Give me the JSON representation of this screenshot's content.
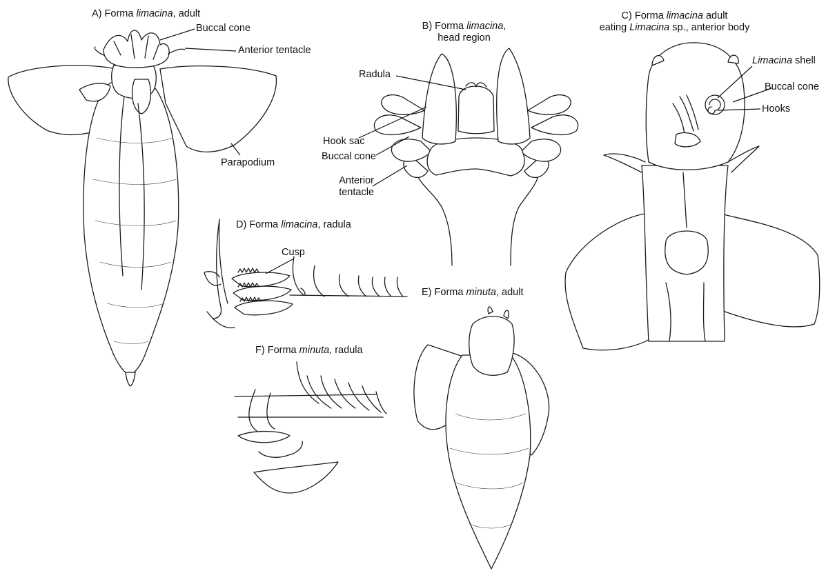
{
  "panels": {
    "a": {
      "title_prefix": "A) Forma ",
      "title_italic": "limacina",
      "title_suffix": ", adult",
      "labels": {
        "buccal_cone": "Buccal cone",
        "anterior_tentacle": "Anterior tentacle",
        "parapodium": "Parapodium"
      }
    },
    "b": {
      "title_line1_prefix": "B) Forma ",
      "title_line1_italic": "limacina",
      "title_line1_suffix": ",",
      "title_line2": "head region",
      "labels": {
        "radula": "Radula",
        "hook_sac": "Hook sac",
        "buccal_cone": "Buccal cone",
        "anterior_tentacle_line1": "Anterior",
        "anterior_tentacle_line2": "tentacle"
      }
    },
    "c": {
      "title_line1_prefix": "C) Forma ",
      "title_line1_italic": "limacina",
      "title_line1_suffix": " adult",
      "title_line2_prefix": "eating ",
      "title_line2_italic": "Limacina",
      "title_line2_suffix": " sp., anterior body",
      "labels": {
        "shell_italic": "Limacina",
        "shell_suffix": " shell",
        "buccal_cone": "Buccal cone",
        "hooks": "Hooks"
      }
    },
    "d": {
      "title_prefix": "D) Forma ",
      "title_italic": "limacina",
      "title_suffix": ", radula",
      "labels": {
        "cusp": "Cusp"
      }
    },
    "e": {
      "title_prefix": "E) Forma ",
      "title_italic": "minuta",
      "title_suffix": ", adult"
    },
    "f": {
      "title_prefix": "F) Forma ",
      "title_italic": "minuta,",
      "title_suffix": " radula"
    }
  }
}
